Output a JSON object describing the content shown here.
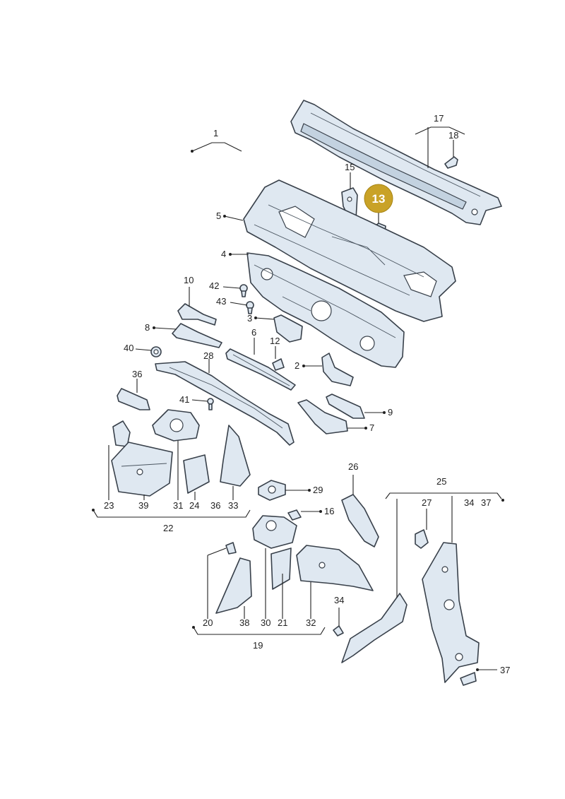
{
  "labels": {
    "l1": "1",
    "l2": "2",
    "l3": "3",
    "l4": "4",
    "l5": "5",
    "l6": "6",
    "l7": "7",
    "l8": "8",
    "l9": "9",
    "l10": "10",
    "l12": "12",
    "l15": "15",
    "l16": "16",
    "l17": "17",
    "l18": "18",
    "l19": "19",
    "l20": "20",
    "l21": "21",
    "l22": "22",
    "l23": "23",
    "l24": "24",
    "l25": "25",
    "l26": "26",
    "l27": "27",
    "l28": "28",
    "l29": "29",
    "l30": "30",
    "l31": "31",
    "l32": "32",
    "l33": "33",
    "l34a": "34",
    "l34b": "34",
    "l36a": "36",
    "l36b": "36",
    "l37a": "37",
    "l37b": "37",
    "l38": "38",
    "l39": "39",
    "l40": "40",
    "l41": "41",
    "l42": "42",
    "l43": "43"
  },
  "highlight": {
    "label": "13",
    "color": "#c9a227"
  }
}
